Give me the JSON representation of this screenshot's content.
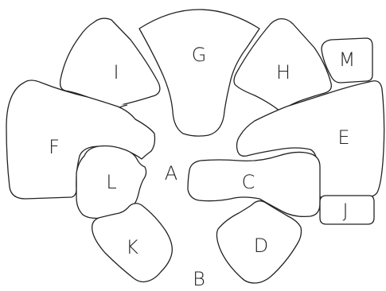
{
  "diagram": {
    "pieces": [
      {
        "id": "G",
        "label": "G"
      },
      {
        "id": "I",
        "label": "I"
      },
      {
        "id": "H",
        "label": "H"
      },
      {
        "id": "M",
        "label": "M"
      },
      {
        "id": "F",
        "label": "F"
      },
      {
        "id": "E",
        "label": "E"
      },
      {
        "id": "L",
        "label": "L"
      },
      {
        "id": "C",
        "label": "C"
      },
      {
        "id": "J",
        "label": "J"
      },
      {
        "id": "K",
        "label": "K"
      },
      {
        "id": "D",
        "label": "D"
      }
    ],
    "free_labels": {
      "A": "A",
      "B": "B"
    },
    "stroke_color": "#222222",
    "fill_color": "#ffffff"
  }
}
